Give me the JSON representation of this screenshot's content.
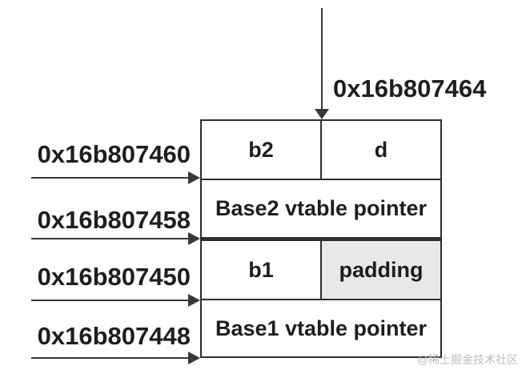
{
  "diagram": {
    "top_pointer": {
      "address": "0x16b807464"
    },
    "left_pointers": [
      {
        "address": "0x16b807460"
      },
      {
        "address": "0x16b807458"
      },
      {
        "address": "0x16b807450"
      },
      {
        "address": "0x16b807448"
      }
    ],
    "memory_table": {
      "rows": [
        {
          "cells": [
            {
              "label": "b2"
            },
            {
              "label": "d"
            }
          ]
        },
        {
          "cells": [
            {
              "label": "Base2 vtable pointer"
            }
          ]
        },
        {
          "cells": [
            {
              "label": "b1"
            },
            {
              "label": "padding",
              "highlight": true
            }
          ]
        },
        {
          "cells": [
            {
              "label": "Base1 vtable pointer"
            }
          ]
        }
      ]
    },
    "watermark": "@稀土掘金技术社区",
    "colors": {
      "line": "#383838",
      "border": "#2d2d2d",
      "text": "#1e1e1e",
      "padding_cell_bg": "#e8e8e8",
      "watermark": "#bdbdbd"
    }
  }
}
